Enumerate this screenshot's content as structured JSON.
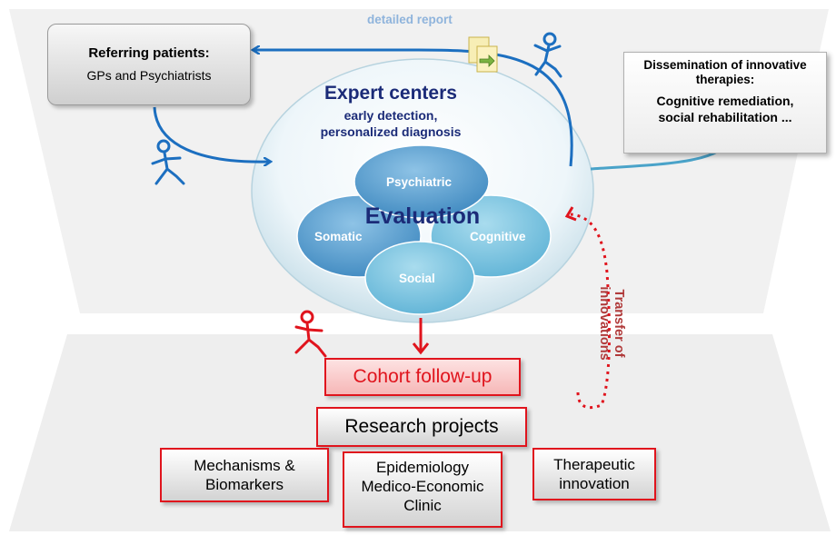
{
  "report_label": "detailed report",
  "referring": {
    "title": "Referring patients:",
    "subtitle": "GPs and Psychiatrists"
  },
  "dissemination": {
    "title_line1": "Dissemination of innovative",
    "title_line2": "therapies:",
    "sub_line1": "Cognitive remediation,",
    "sub_line2": "social rehabilitation ..."
  },
  "expert": {
    "title": "Expert centers",
    "sub_line1": "early detection,",
    "sub_line2": "personalized diagnosis"
  },
  "evaluation": {
    "label": "Evaluation",
    "bubbles": {
      "psychiatric": "Psychiatric",
      "somatic": "Somatic",
      "cognitive": "Cognitive",
      "social": "Social"
    }
  },
  "transfer": {
    "line1": "Transfer of",
    "line2": "innovations"
  },
  "cohort": "Cohort follow-up",
  "research": "Research projects",
  "mechanisms": {
    "line1": "Mechanisms &",
    "line2": "Biomarkers"
  },
  "epidemiology": {
    "line1": "Epidemiology",
    "line2": "Medico-Economic",
    "line3": "Clinic"
  },
  "therapeutic": {
    "line1": "Therapeutic",
    "line2": "innovation"
  },
  "colors": {
    "blue_arrow": "#1c6fc0",
    "light_blue_arrow": "#4aa3c9",
    "red": "#e0141d",
    "dark_red": "#b03a3a",
    "title_navy": "#1b2b78"
  },
  "icons": [
    "running-person-icon",
    "document-transfer-icon"
  ]
}
